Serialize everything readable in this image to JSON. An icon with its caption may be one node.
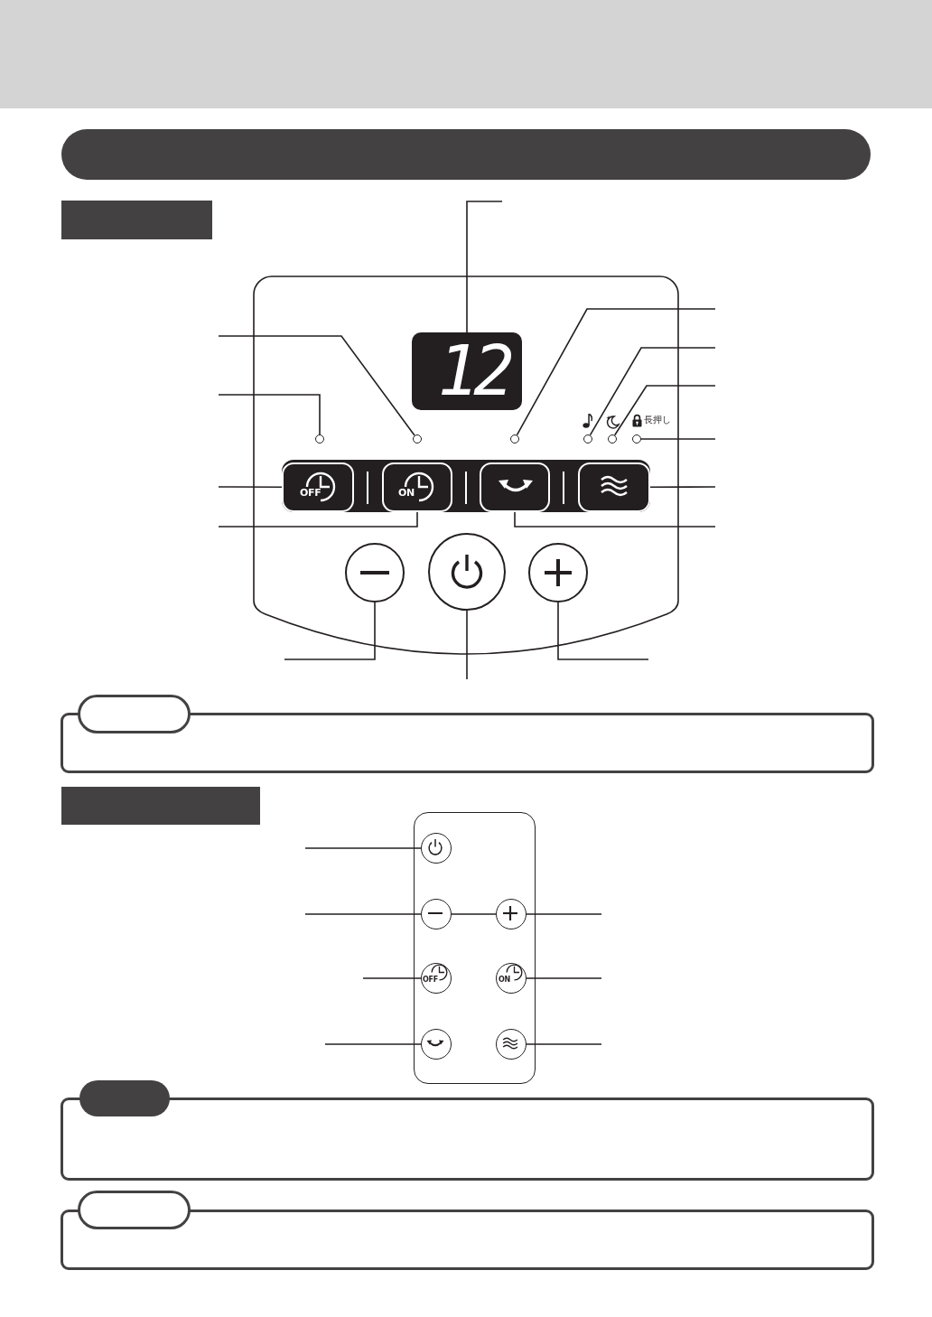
{
  "diagram": {
    "nodes": [
      {
        "text": [],
        "shape": "bar"
      },
      {
        "text": [],
        "shape": "bar"
      },
      {
        "text": [],
        "shape": "box"
      },
      {
        "text": [],
        "shape": "box"
      },
      {
        "text": [
          "12"
        ],
        "in": 3
      },
      {
        "text": [],
        "shape": "circle",
        "in": 3
      },
      {
        "text": [],
        "shape": "circle",
        "in": 3
      },
      {
        "text": [],
        "shape": "circle",
        "in": 3
      },
      {
        "text": [],
        "shape": "circle",
        "in": 3
      },
      {
        "text": [],
        "shape": "circle",
        "in": 3
      },
      {
        "text": [],
        "shape": "circle",
        "in": 3,
        "beside": [
          "長押し"
        ]
      },
      {
        "text": [],
        "shape": "box",
        "in": 3
      },
      {
        "text": [
          "OFF"
        ],
        "in": 11
      },
      {
        "text": [
          "ON"
        ],
        "in": 11
      },
      {
        "text": [],
        "shape": "box",
        "in": 11
      },
      {
        "text": [],
        "shape": "box",
        "in": 11
      },
      {
        "text": [],
        "shape": "circle",
        "in": 3
      },
      {
        "text": [],
        "shape": "circle",
        "in": 3
      },
      {
        "text": [],
        "shape": "circle",
        "in": 3
      },
      {
        "text": [],
        "shape": "box"
      },
      {
        "text": [],
        "shape": "box"
      },
      {
        "text": [],
        "shape": "box"
      },
      {
        "text": [],
        "shape": "box"
      },
      {
        "text": [],
        "shape": "circle",
        "in": 22
      },
      {
        "text": [],
        "shape": "circle",
        "in": 22
      },
      {
        "text": [],
        "shape": "circle",
        "in": 22
      },
      {
        "text": [
          "OFF"
        ],
        "in": 22
      },
      {
        "text": [
          "ON"
        ],
        "in": 22
      },
      {
        "text": [],
        "shape": "circle",
        "in": 22
      },
      {
        "text": [],
        "shape": "circle",
        "in": 22
      },
      {
        "text": [],
        "shape": "box"
      },
      {
        "text": [],
        "shape": "box"
      },
      {
        "text": [],
        "shape": "box"
      },
      {
        "text": [],
        "shape": "box"
      }
    ],
    "edges": [
      {
        "from": null,
        "to": 4,
        "arrow": "none"
      },
      {
        "from": null,
        "to": 6,
        "arrow": "none"
      },
      {
        "from": null,
        "to": 5,
        "arrow": "none"
      },
      {
        "from": null,
        "to": 12,
        "arrow": "none"
      },
      {
        "from": null,
        "to": 13,
        "arrow": "none"
      },
      {
        "from": null,
        "to": 7,
        "arrow": "none"
      },
      {
        "from": null,
        "to": 8,
        "arrow": "none"
      },
      {
        "from": null,
        "to": 9,
        "arrow": "none"
      },
      {
        "from": null,
        "to": 10,
        "arrow": "none"
      },
      {
        "from": null,
        "to": 15,
        "arrow": "none"
      },
      {
        "from": null,
        "to": 14,
        "arrow": "none"
      },
      {
        "from": null,
        "to": 16,
        "arrow": "none"
      },
      {
        "from": null,
        "to": 17,
        "arrow": "none"
      },
      {
        "from": null,
        "to": 18,
        "arrow": "none"
      },
      {
        "from": null,
        "to": 23,
        "arrow": "none"
      },
      {
        "from": null,
        "to": 24,
        "arrow": "none"
      },
      {
        "from": 24,
        "to": 25,
        "arrow": "none"
      },
      {
        "from": null,
        "to": 25,
        "arrow": "none"
      },
      {
        "from": null,
        "to": 26,
        "arrow": "none"
      },
      {
        "from": null,
        "to": 27,
        "arrow": "none"
      },
      {
        "from": null,
        "to": 28,
        "arrow": "none"
      },
      {
        "from": null,
        "to": 29,
        "arrow": "none"
      }
    ]
  }
}
